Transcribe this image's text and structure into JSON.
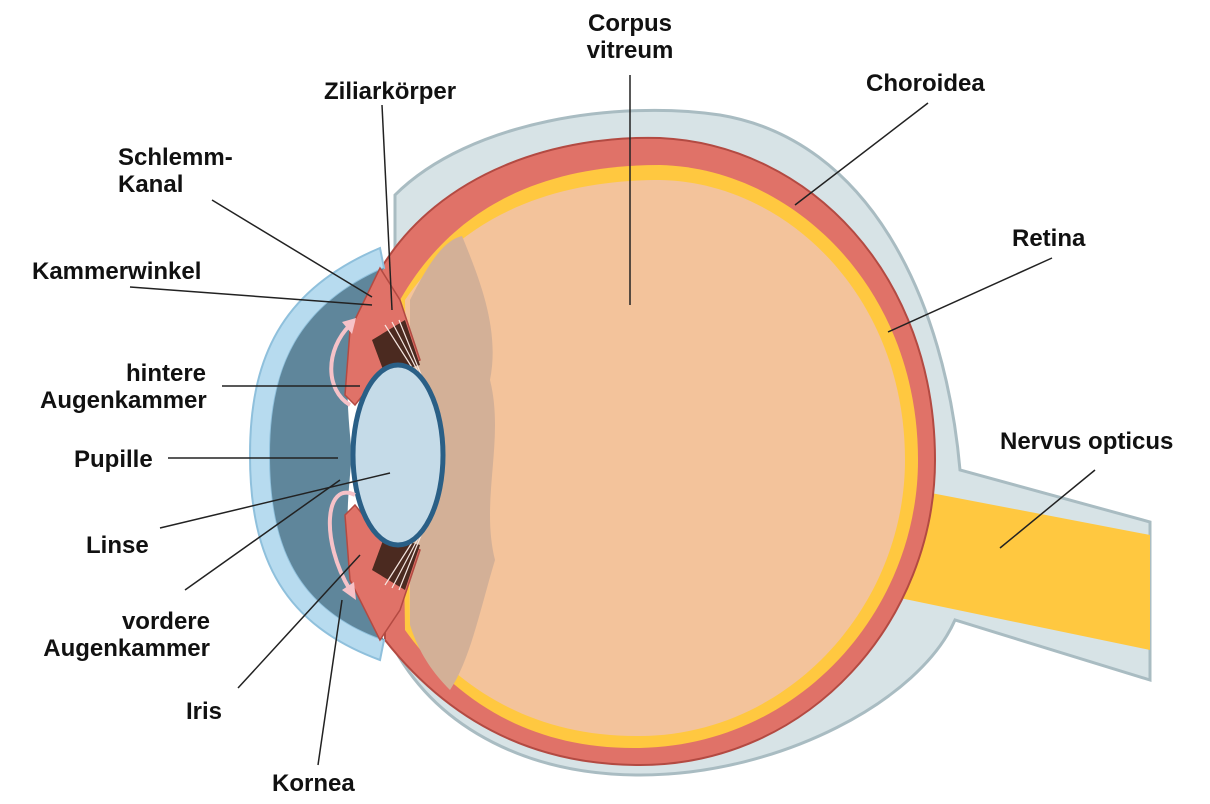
{
  "diagram": {
    "labels": {
      "corpus_vitreum": [
        "Corpus",
        "vitreum"
      ],
      "ziliarkoerper": "Ziliarkörper",
      "choroidea": "Choroidea",
      "schlemm_kanal": [
        "Schlemm-",
        "Kanal"
      ],
      "retina": "Retina",
      "kammerwinkel": "Kammerwinkel",
      "hintere_augenkammer": [
        "hintere",
        "Augenkammer"
      ],
      "nervus_opticus": "Nervus opticus",
      "pupille": "Pupille",
      "linse": "Linse",
      "vordere_augenkammer": [
        "vordere",
        "Augenkammer"
      ],
      "iris": "Iris",
      "kornea": "Kornea"
    },
    "colors": {
      "sclera": "#d7e3e6",
      "sclera_edge": "#a9bcc2",
      "choroid": "#e07268",
      "choroid_edge": "#b34a42",
      "retina": "#ffc840",
      "vitreous": "#f3c39b",
      "vitreous_shadow": "#d3b097",
      "lens_fill": "#c5dbe8",
      "lens_edge": "#2a5f86",
      "cornea": "#b7dbef",
      "anterior_chamber": "#5f869b",
      "ciliary_dark": "#4b2a20",
      "flow_arrow": "#f6c2c8"
    }
  }
}
